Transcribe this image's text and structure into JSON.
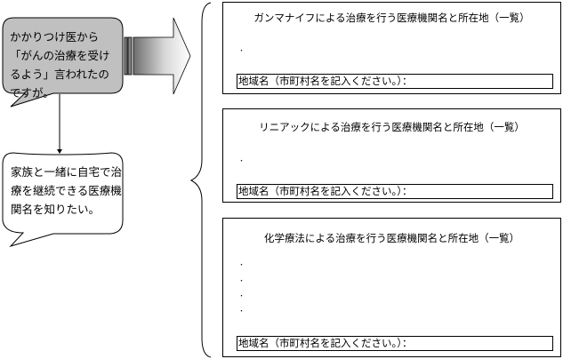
{
  "bubbles": [
    {
      "text": "かかりつけ医から「がんの治療を受けるよう」言われたのですが。"
    },
    {
      "text": "家族と一緒に自宅で治療を継続できる医療機関名を知りたい。"
    }
  ],
  "colors": {
    "bubble1_fill": "#c0c0c0",
    "bubble2_fill": "#ffffff",
    "outline": "#000000"
  },
  "panels": [
    {
      "title": "ガンマナイフによる治療を行う医療機関名と所在地（一覧）",
      "bullets": [
        "・"
      ],
      "region_label": "地域名（市町村名を記入ください。）："
    },
    {
      "title": "リニアックによる治療を行う医療機関名と所在地（一覧）",
      "bullets": [
        "・"
      ],
      "region_label": "地域名（市町村名を記入ください。）："
    },
    {
      "title": "化学療法による治療を行う医療機関名と所在地（一覧）",
      "bullets": [
        "・",
        "・",
        "・",
        "・"
      ],
      "region_label": "地域名（市町村名を記入ください。）："
    }
  ]
}
